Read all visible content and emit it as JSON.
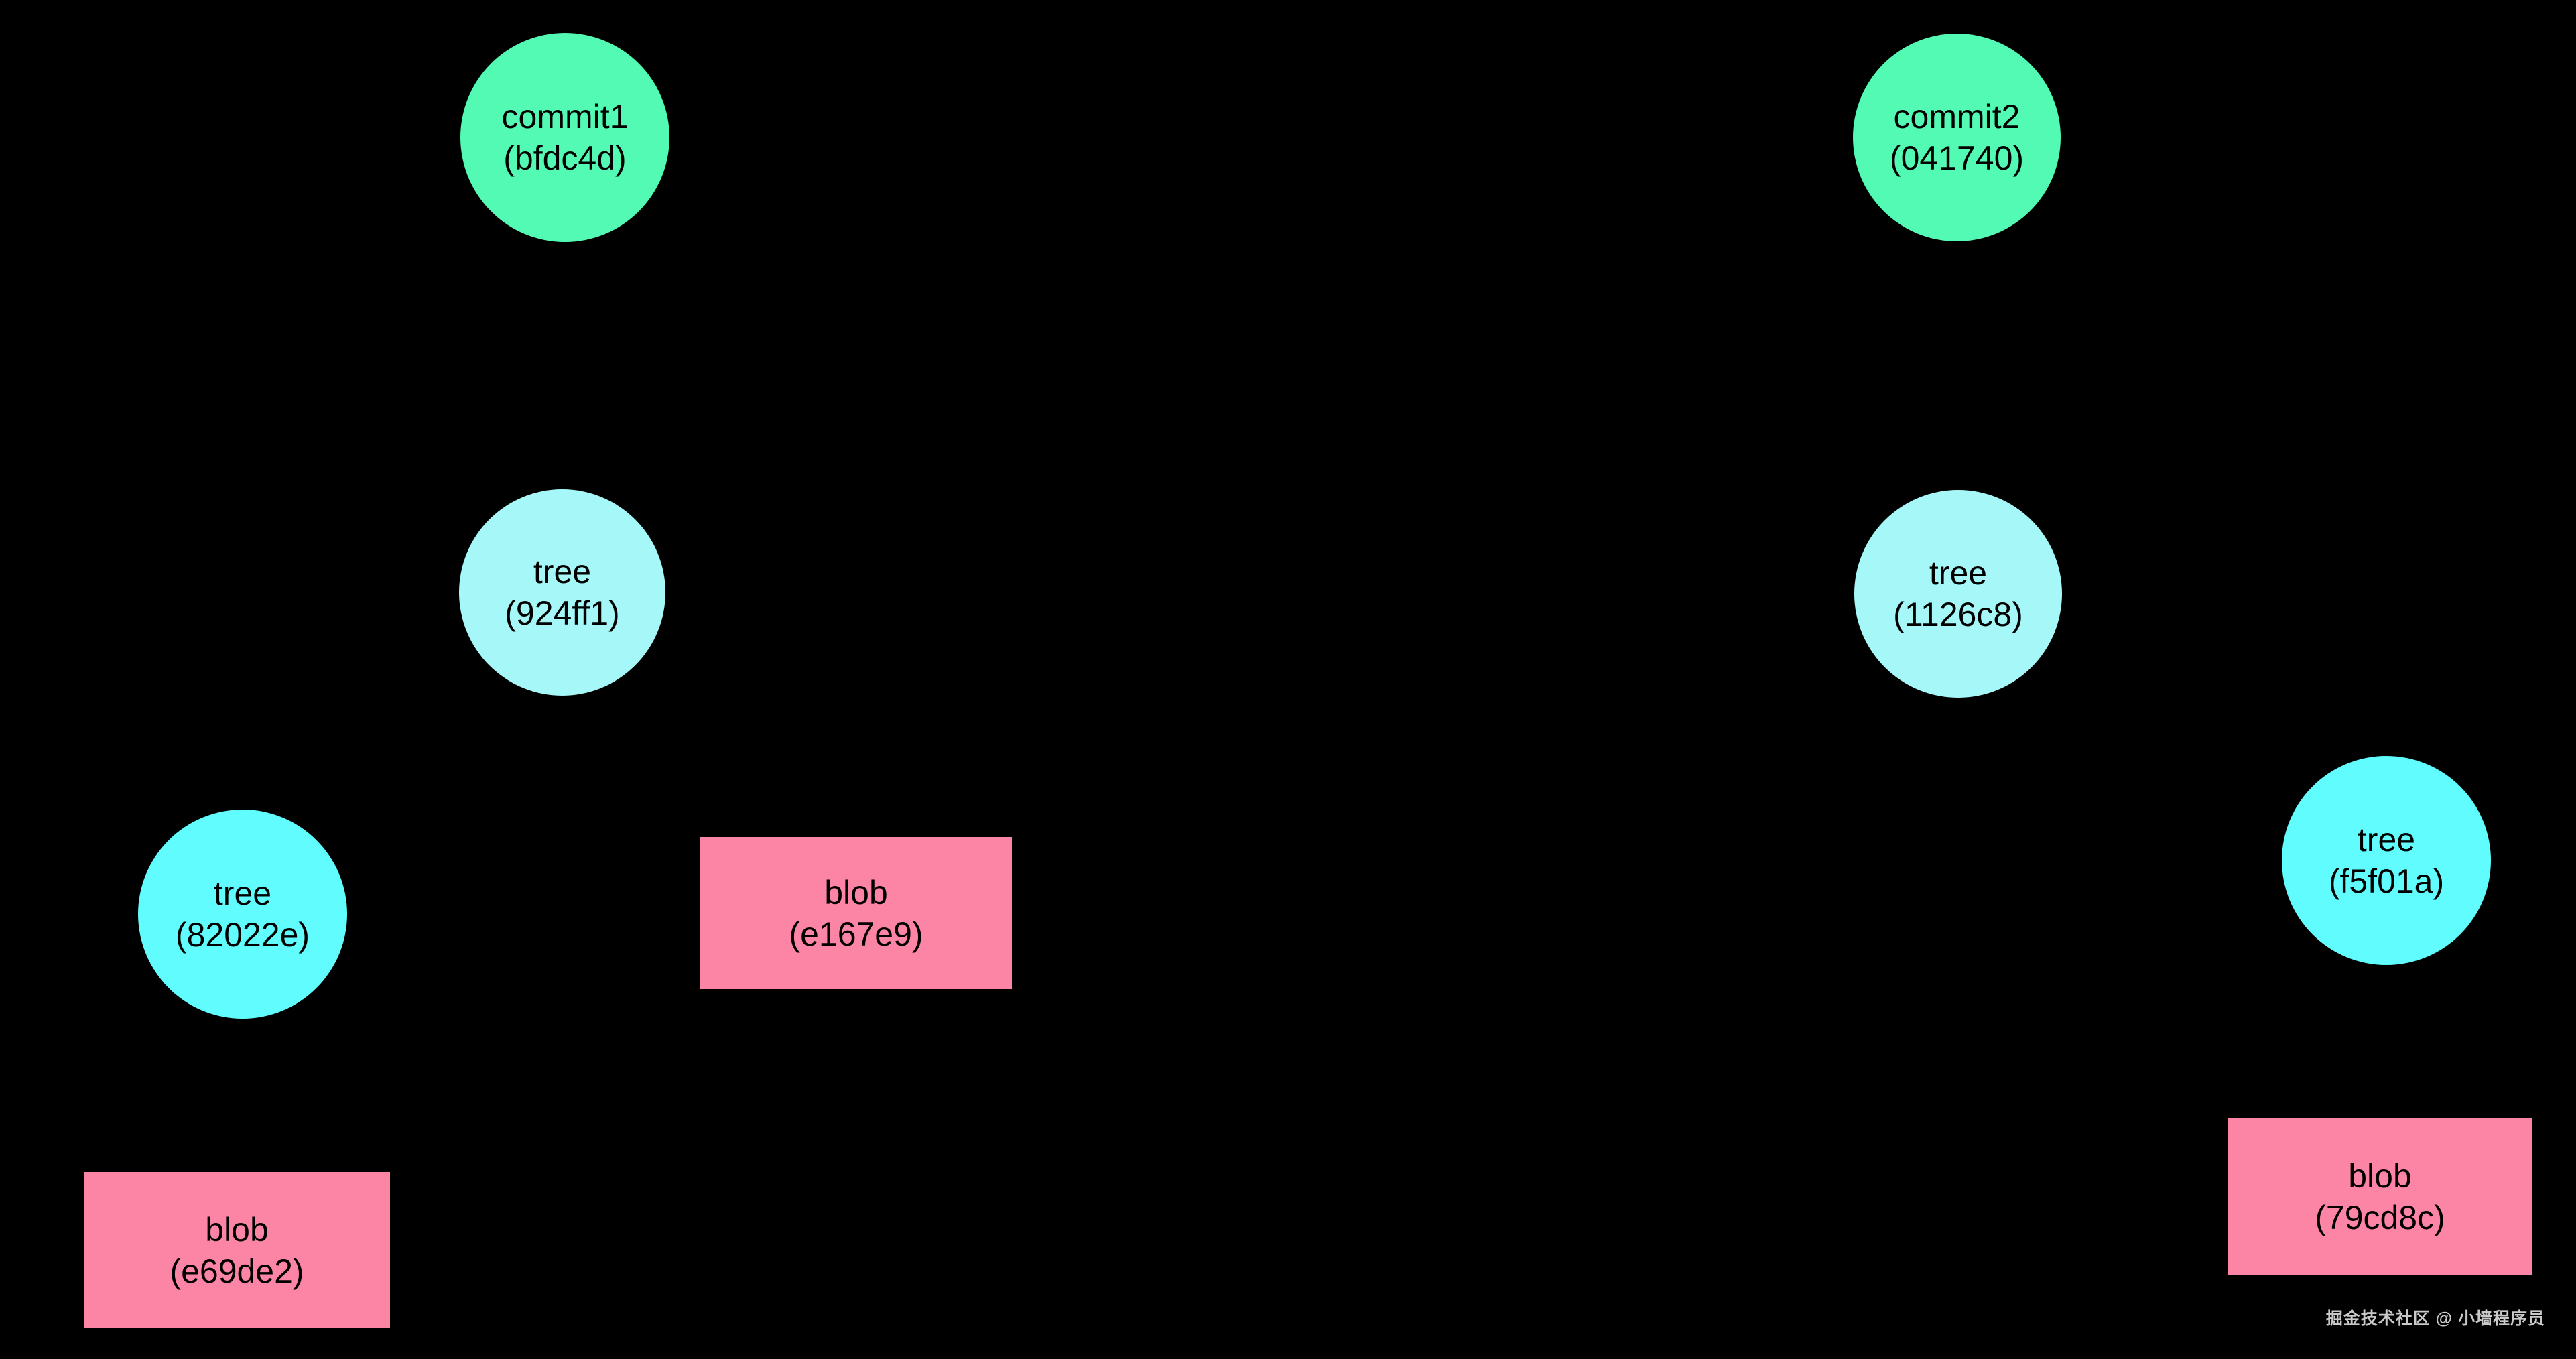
{
  "diagram": {
    "description": "git-object-graph",
    "background": "#000000"
  },
  "colors": {
    "commit_fill": "#53FAB3",
    "tree_fill_pale": "#A6F7F8",
    "tree_fill_bright": "#61FDFE",
    "blob_fill": "#FC84A4",
    "node_text": "#000000",
    "watermark_text": "#C9C9C9",
    "background": "#000000"
  },
  "nodes": [
    {
      "id": "commit1",
      "type": "commit",
      "shape": "circle",
      "line1": "commit1",
      "line2": "(bfdc4d)"
    },
    {
      "id": "commit2",
      "type": "commit",
      "shape": "circle",
      "line1": "commit2",
      "line2": "(041740)"
    },
    {
      "id": "tree-924ff1",
      "type": "tree",
      "shape": "circle",
      "line1": "tree",
      "line2": "(924ff1)"
    },
    {
      "id": "tree-1126c8",
      "type": "tree",
      "shape": "circle",
      "line1": "tree",
      "line2": "(1126c8)"
    },
    {
      "id": "tree-82022e",
      "type": "tree",
      "shape": "circle",
      "line1": "tree",
      "line2": "(82022e)"
    },
    {
      "id": "tree-f5f01a",
      "type": "tree",
      "shape": "circle",
      "line1": "tree",
      "line2": "(f5f01a)"
    },
    {
      "id": "blob-e167e9",
      "type": "blob",
      "shape": "rect",
      "line1": "blob",
      "line2": "(e167e9)"
    },
    {
      "id": "blob-e69de2",
      "type": "blob",
      "shape": "rect",
      "line1": "blob",
      "line2": "(e69de2)"
    },
    {
      "id": "blob-79cd8c",
      "type": "blob",
      "shape": "rect",
      "line1": "blob",
      "line2": "(79cd8c)"
    }
  ],
  "watermark": {
    "text": "掘金技术社区 @ 小墙程序员"
  }
}
